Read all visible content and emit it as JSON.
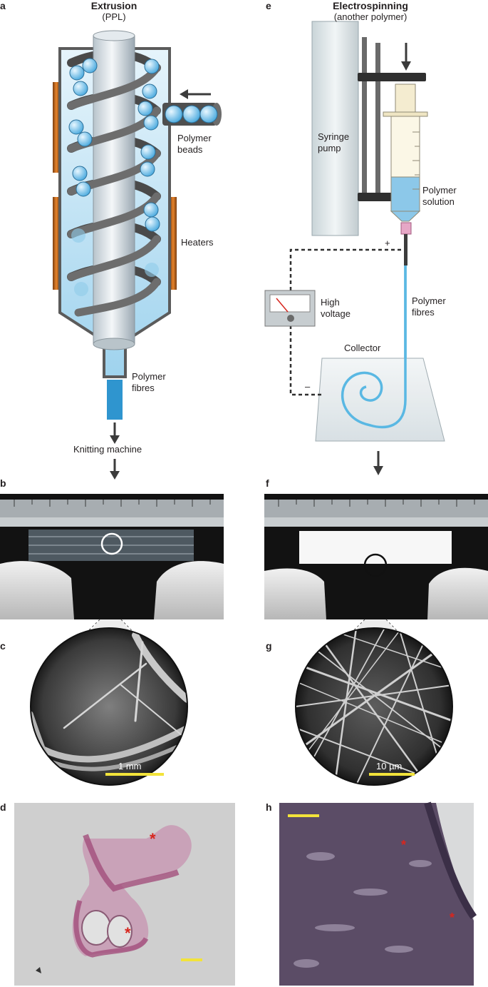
{
  "panels": {
    "a": "a",
    "b": "b",
    "c": "c",
    "d": "d",
    "e": "e",
    "f": "f",
    "g": "g",
    "h": "h"
  },
  "extrusion": {
    "title": "Extrusion",
    "subtitle": "(PPL)",
    "polymer_beads_line1": "Polymer",
    "polymer_beads_line2": "beads",
    "heaters": "Heaters",
    "polymer_fibres_line1": "Polymer",
    "polymer_fibres_line2": "fibres",
    "knitting_machine": "Knitting machine"
  },
  "electrospinning": {
    "title": "Electrospinning",
    "subtitle": "(another polymer)",
    "syringe_pump_line1": "Syringe",
    "syringe_pump_line2": "pump",
    "polymer_solution_line1": "Polymer",
    "polymer_solution_line2": "solution",
    "high_voltage_line1": "High",
    "high_voltage_line2": "voltage",
    "polymer_fibres_line1": "Polymer",
    "polymer_fibres_line2": "fibres",
    "collector": "Collector",
    "plus": "+",
    "minus": "–"
  },
  "scale_bars": {
    "c": "1 mm",
    "g": "10 µm"
  },
  "annotations": {
    "asterisk": "*"
  },
  "colors": {
    "accent_blue": "#6cc3e6",
    "heater_orange": "#d9751e",
    "scale_yellow": "#f2e33a",
    "stain_pink": "#b65a8c",
    "asterisk_red": "#d7261e"
  }
}
